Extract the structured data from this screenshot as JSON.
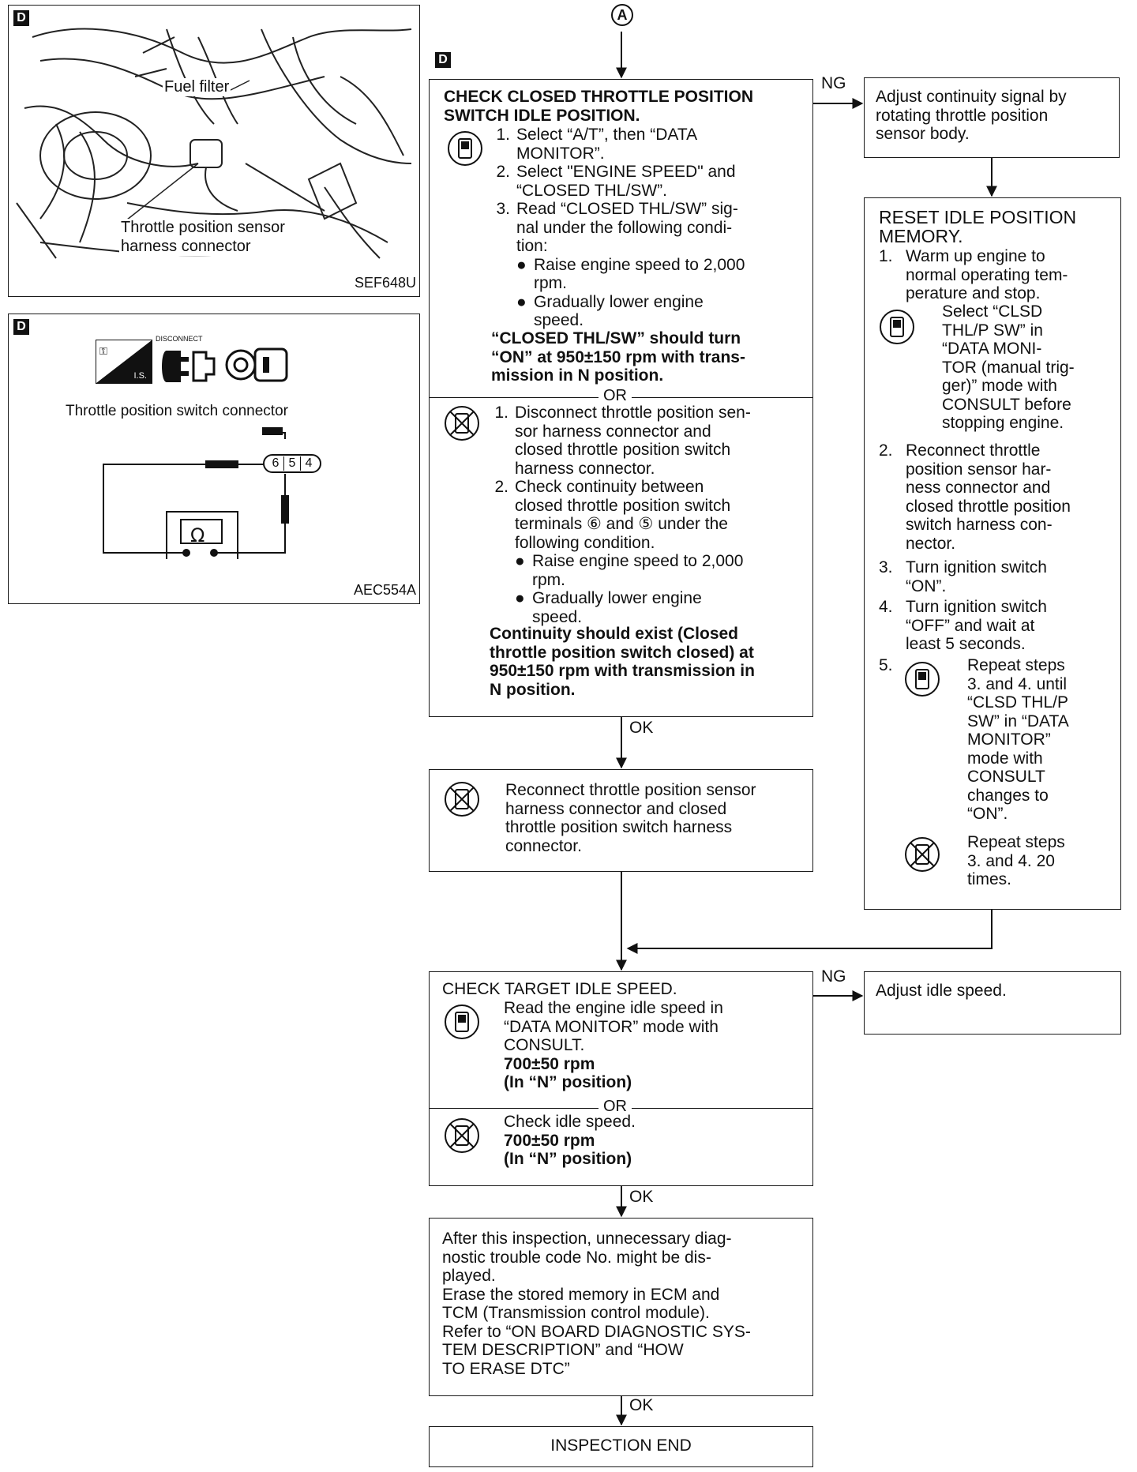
{
  "figures": {
    "photo": {
      "tag": "D",
      "fuel_filter_label": "Fuel filter",
      "sensor_label_1": "Throttle position sensor",
      "sensor_label_2": "harness connector",
      "code": "SEF648U"
    },
    "connector": {
      "tag": "D",
      "disconnect_label": "DISCONNECT",
      "is_label": "I.S.",
      "title": "Throttle position switch connector",
      "pins": [
        "6",
        "5",
        "4"
      ],
      "ohm_symbol": "Ω",
      "code": "AEC554A"
    }
  },
  "flow": {
    "start_connector": "A",
    "section_tag": "D",
    "check_closed": {
      "title_1": "CHECK CLOSED THROTTLE POSITION",
      "title_2": "SWITCH IDLE POSITION.",
      "consult_steps": [
        {
          "n": "1.",
          "lines": [
            "Select “A/T”, then “DATA",
            "MONITOR”."
          ]
        },
        {
          "n": "2.",
          "lines": [
            "Select \"ENGINE SPEED\" and",
            "“CLOSED THL/SW”."
          ]
        },
        {
          "n": "3.",
          "lines": [
            "Read “CLOSED THL/SW” sig-",
            "nal under the following condi-",
            "tion:"
          ]
        }
      ],
      "consult_bullets": [
        [
          "Raise engine speed to 2,000",
          "rpm."
        ],
        [
          "Gradually lower engine",
          "speed."
        ]
      ],
      "consult_result": [
        "“CLOSED THL/SW” should turn",
        "“ON” at 950±150 rpm with trans-",
        "mission in N position."
      ],
      "or_label": "OR",
      "manual_steps": [
        {
          "n": "1.",
          "lines": [
            "Disconnect throttle position sen-",
            "sor harness connector and",
            "closed throttle position switch",
            "harness connector."
          ]
        },
        {
          "n": "2.",
          "lines": [
            "Check continuity between",
            "closed throttle position switch",
            "terminals ⑥ and ⑤ under the",
            "following condition."
          ]
        }
      ],
      "manual_bullets": [
        [
          "Raise engine speed to 2,000",
          "rpm."
        ],
        [
          "Gradually lower engine",
          "speed."
        ]
      ],
      "manual_result": [
        "Continuity should exist (Closed",
        "throttle position switch closed) at",
        "950±150 rpm with transmission in",
        "N position."
      ]
    },
    "ng_label_1": "NG",
    "ok_label_1": "OK",
    "adjust_continuity": [
      "Adjust continuity signal by",
      "rotating throttle position",
      "sensor body."
    ],
    "reset_idle": {
      "title_1": "RESET IDLE POSITION",
      "title_2": "MEMORY.",
      "step1_n": "1.",
      "step1": [
        "Warm up engine to",
        "normal operating tem-",
        "perature and stop."
      ],
      "step1_consult": [
        "Select “CLSD",
        "THL/P SW” in",
        "“DATA MONI-",
        "TOR (manual trig-",
        "ger)” mode with",
        "CONSULT before",
        "stopping engine."
      ],
      "step2_n": "2.",
      "step2": [
        "Reconnect throttle",
        "position sensor har-",
        "ness connector and",
        "closed throttle position",
        "switch harness con-",
        "nector."
      ],
      "step3_n": "3.",
      "step3": [
        "Turn ignition switch",
        "“ON”."
      ],
      "step4_n": "4.",
      "step4": [
        "Turn ignition switch",
        "“OFF” and wait at",
        "least 5 seconds."
      ],
      "step5_n": "5.",
      "step5_consult": [
        "Repeat steps",
        "3. and 4. until",
        "“CLSD THL/P",
        "SW” in “DATA",
        "MONITOR”",
        "mode with",
        "CONSULT",
        "changes to",
        "“ON”."
      ],
      "step5_manual": [
        "Repeat steps",
        "3. and 4. 20",
        "times."
      ]
    },
    "reconnect": [
      "Reconnect throttle position sensor",
      "harness connector and closed",
      "throttle position switch harness",
      "connector."
    ],
    "check_target": {
      "title": "CHECK TARGET IDLE SPEED.",
      "consult_lines": [
        "Read the engine idle speed in",
        "“DATA MONITOR” mode with",
        "CONSULT."
      ],
      "consult_spec": [
        "700±50 rpm",
        "(In “N” position)"
      ],
      "or_label": "OR",
      "manual_lines": [
        "Check idle speed."
      ],
      "manual_spec": [
        "700±50 rpm",
        "(In “N” position)"
      ]
    },
    "ng_label_2": "NG",
    "adjust_idle": "Adjust idle speed.",
    "ok_label_2": "OK",
    "after_inspection": [
      "After this inspection, unnecessary diag-",
      "nostic trouble code No. might be dis-",
      "played.",
      "Erase the stored memory in ECM and",
      "TCM (Transmission control module).",
      "Refer to “ON BOARD DIAGNOSTIC SYS-",
      "TEM DESCRIPTION” and “HOW",
      "TO ERASE DTC”"
    ],
    "ok_label_3": "OK",
    "inspection_end": "INSPECTION END"
  }
}
